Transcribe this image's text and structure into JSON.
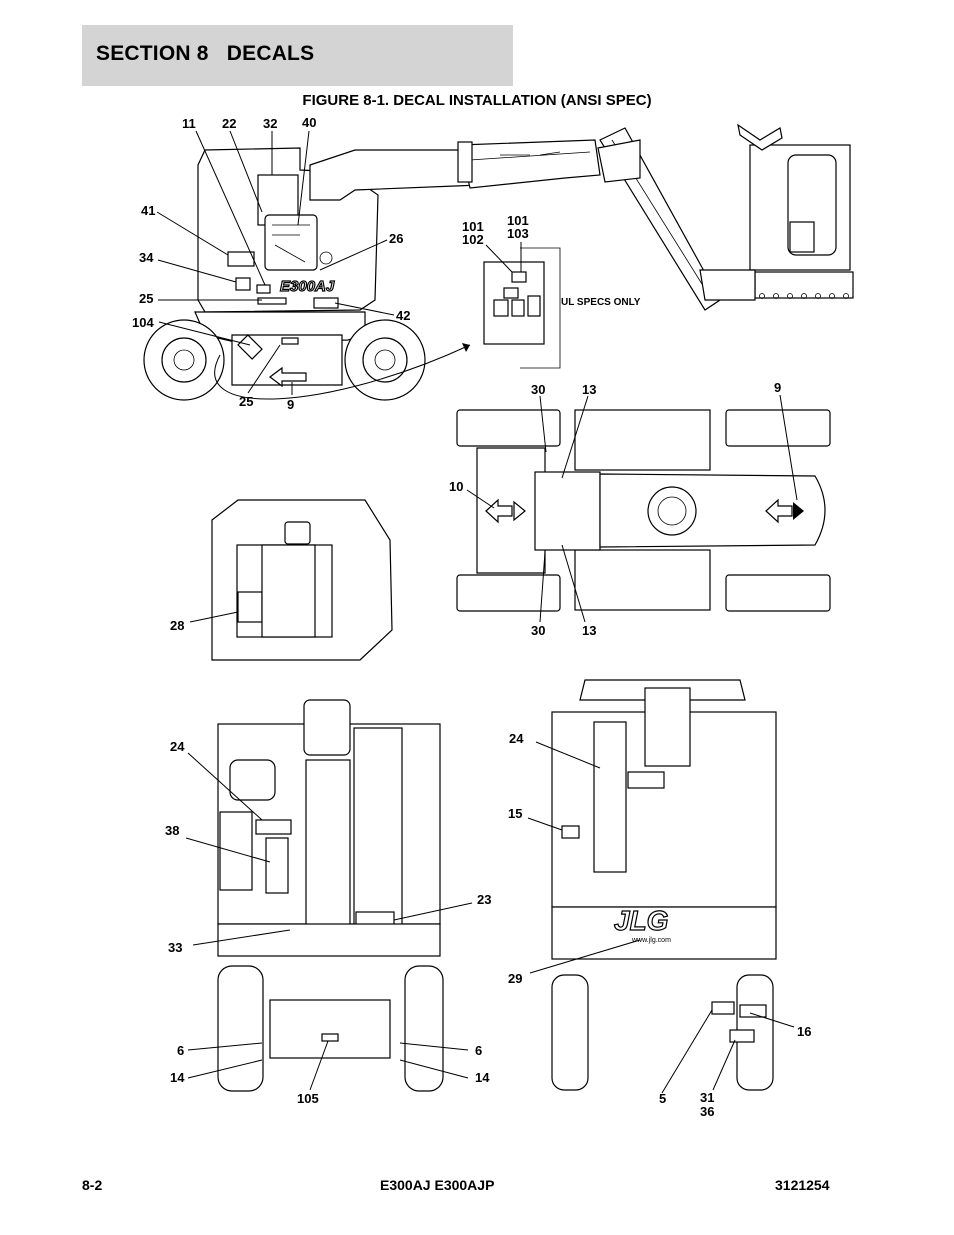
{
  "section_title": "SECTION 8   DECALS",
  "figure_title": "FIGURE 8-1. DECAL INSTALLATION (ANSI SPEC)",
  "callouts": {
    "c11": "11",
    "c22": "22",
    "c32": "32",
    "c40": "40",
    "c41": "41",
    "c34": "34",
    "c25a": "25",
    "c104": "104",
    "c25b": "25",
    "c9a": "9",
    "c26": "26",
    "c42": "42",
    "c101a": "101",
    "c102": "102",
    "c101b": "101",
    "c103": "103",
    "c30a": "30",
    "c13a": "13",
    "c9b": "9",
    "c10": "10",
    "c30b": "30",
    "c13b": "13",
    "c28": "28",
    "c24a": "24",
    "c38": "38",
    "c23": "23",
    "c33": "33",
    "c6a": "6",
    "c6b": "6",
    "c14a": "14",
    "c14b": "14",
    "c105": "105",
    "c24b": "24",
    "c15": "15",
    "c29": "29",
    "c16": "16",
    "c5": "5",
    "c31": "31",
    "c36": "36"
  },
  "ul_note": "UL SPECS ONLY",
  "decal_text": {
    "model_logo": "E300AJ",
    "brand_logo": "JLG",
    "website": "www.jlg.com"
  },
  "footer": {
    "page": "8-2",
    "model": "E300AJ E300AJP",
    "doc": "3121254"
  }
}
